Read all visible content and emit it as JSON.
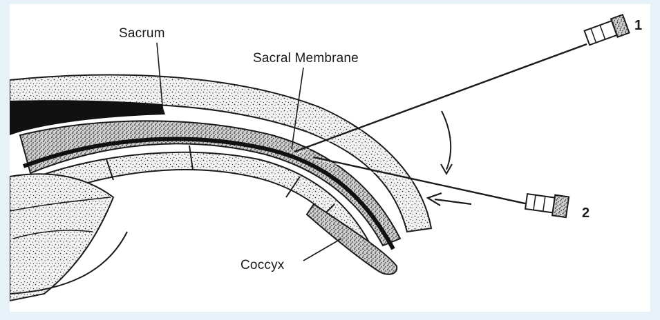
{
  "labels": {
    "sacrum": "Sacrum",
    "sacral_membrane": "Sacral Membrane",
    "coccyx": "Coccyx",
    "needle_1": "1",
    "needle_2": "2"
  },
  "colors": {
    "ink": "#1a1a1a",
    "page_border": "#e6f1f8",
    "canvas": "#ffffff"
  },
  "icons": [
    "syringe-hub-icon",
    "arrow-left-icon",
    "curved-arrow-icon"
  ]
}
